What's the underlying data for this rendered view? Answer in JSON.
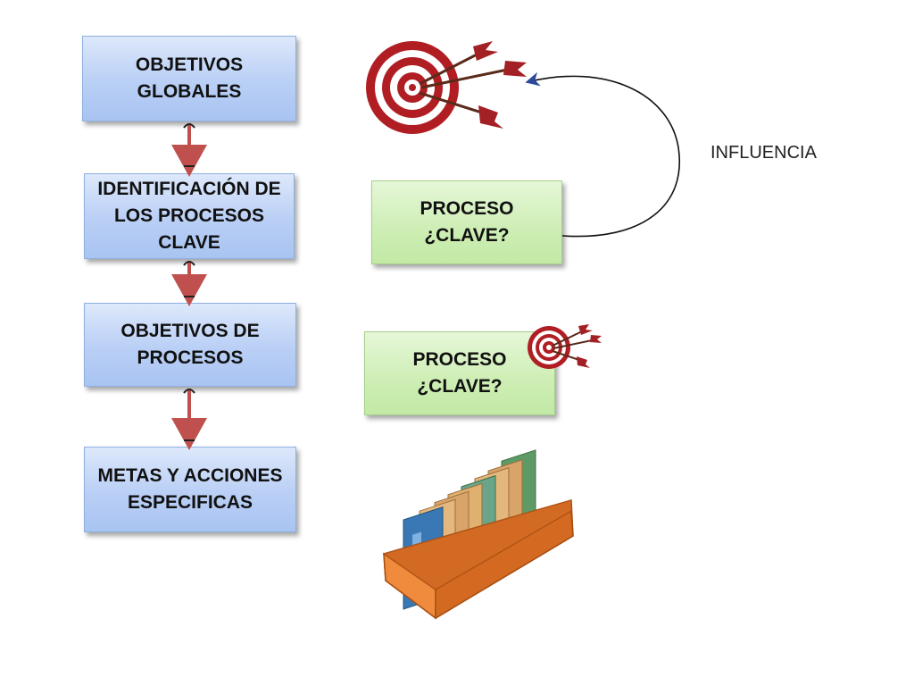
{
  "flow": {
    "step1": "OBJETIVOS\nGLOBALES",
    "step2": "IDENTIFICACIÓN DE\nLOS PROCESOS\nCLAVE",
    "step3": "OBJETIVOS DE\nPROCESOS",
    "step4": "METAS Y ACCIONES\nESPECIFICAS"
  },
  "side": {
    "process1": "PROCESO\n¿CLAVE?",
    "process2": "PROCESO\n¿CLAVE?",
    "influence_label": "INFLUENCIA"
  },
  "icons": [
    "target-icon",
    "small-target-icon",
    "file-box-icon"
  ],
  "colors": {
    "blue_box": "#b9cff5",
    "green_box": "#cdeeb4",
    "arrow": "#c0504d",
    "target_red": "#b01e23"
  }
}
